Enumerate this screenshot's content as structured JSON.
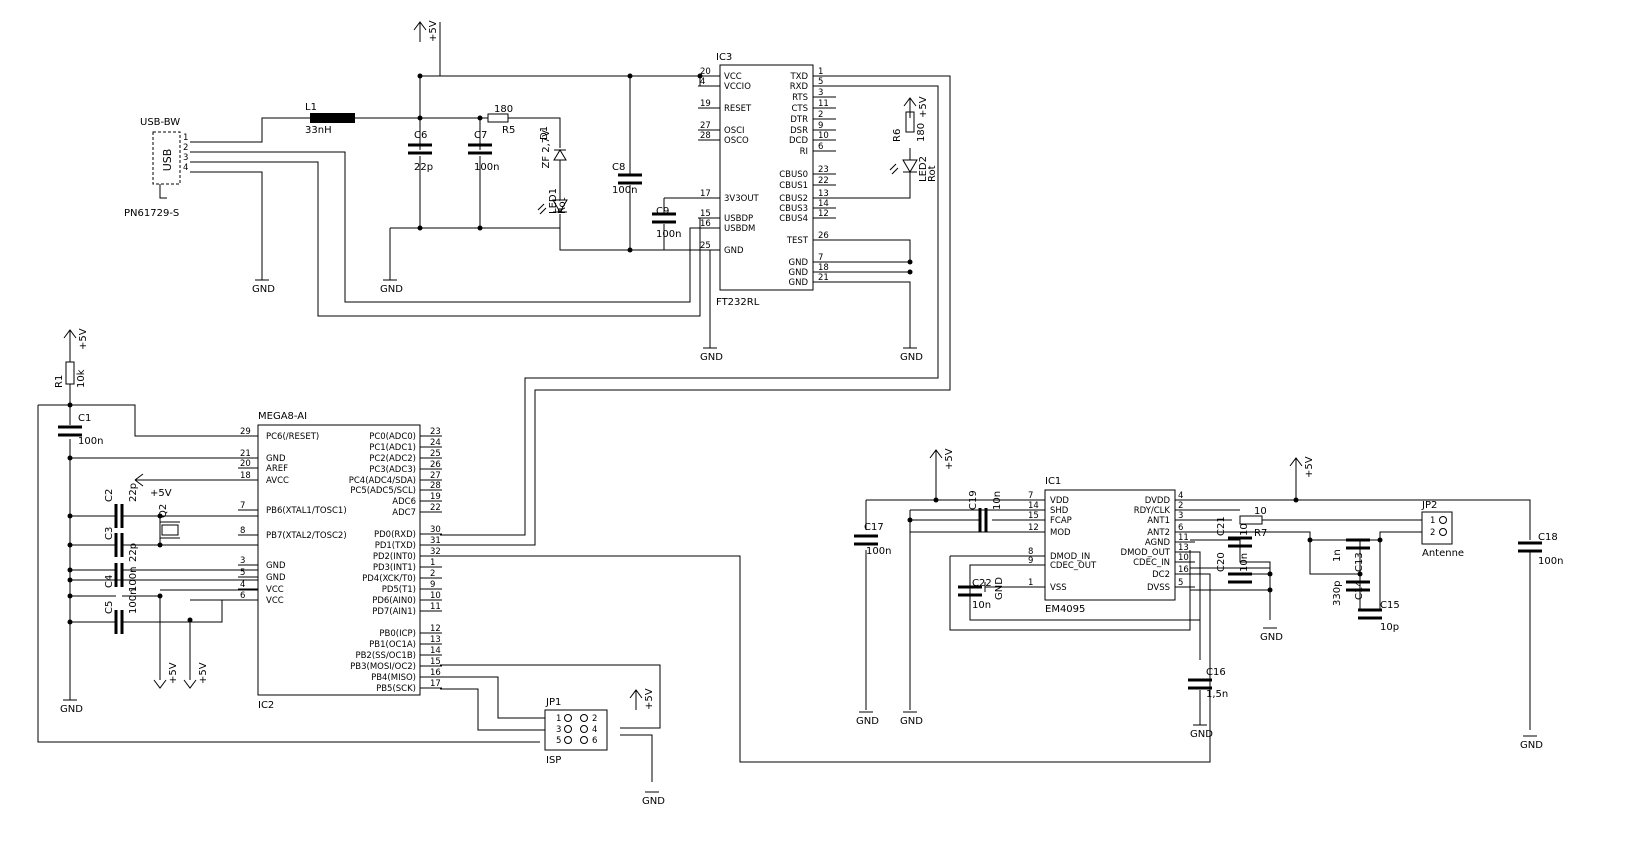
{
  "schematic": {
    "ic3": {
      "name": "IC3",
      "part": "FT232RL",
      "left_pins": [
        {
          "num": "20",
          "name": "VCC"
        },
        {
          "num": "4",
          "name": "VCCIO"
        },
        {
          "num": "19",
          "name": "RESET"
        },
        {
          "num": "27",
          "name": "OSCI"
        },
        {
          "num": "28",
          "name": "OSCO"
        },
        {
          "num": "17",
          "name": "3V3OUT"
        },
        {
          "num": "15",
          "name": "USBDP"
        },
        {
          "num": "16",
          "name": "USBDM"
        },
        {
          "num": "25",
          "name": "GND"
        }
      ],
      "right_pins": [
        {
          "num": "1",
          "name": "TXD"
        },
        {
          "num": "5",
          "name": "RXD"
        },
        {
          "num": "3",
          "name": "RTS"
        },
        {
          "num": "11",
          "name": "CTS"
        },
        {
          "num": "2",
          "name": "DTR"
        },
        {
          "num": "9",
          "name": "DSR"
        },
        {
          "num": "10",
          "name": "DCD"
        },
        {
          "num": "6",
          "name": "RI"
        },
        {
          "num": "23",
          "name": "CBUS0"
        },
        {
          "num": "22",
          "name": "CBUS1"
        },
        {
          "num": "13",
          "name": "CBUS2"
        },
        {
          "num": "14",
          "name": "CBUS3"
        },
        {
          "num": "12",
          "name": "CBUS4"
        },
        {
          "num": "26",
          "name": "TEST"
        },
        {
          "num": "7",
          "name": "GND"
        },
        {
          "num": "18",
          "name": "GND"
        },
        {
          "num": "21",
          "name": "GND"
        }
      ]
    },
    "ic2": {
      "name": "MEGA8-AI",
      "ref": "IC2",
      "left_pins": [
        {
          "num": "29",
          "name": "PC6(/RESET)"
        },
        {
          "num": "21",
          "name": "GND"
        },
        {
          "num": "20",
          "name": "AREF"
        },
        {
          "num": "18",
          "name": "AVCC"
        },
        {
          "num": "7",
          "name": "PB6(XTAL1/TOSC1)"
        },
        {
          "num": "8",
          "name": "PB7(XTAL2/TOSC2)"
        },
        {
          "num": "3",
          "name": "GND"
        },
        {
          "num": "5",
          "name": "GND"
        },
        {
          "num": "4",
          "name": "VCC"
        },
        {
          "num": "6",
          "name": "VCC"
        }
      ],
      "right_pins": [
        {
          "num": "23",
          "name": "PC0(ADC0)"
        },
        {
          "num": "24",
          "name": "PC1(ADC1)"
        },
        {
          "num": "25",
          "name": "PC2(ADC2)"
        },
        {
          "num": "26",
          "name": "PC3(ADC3)"
        },
        {
          "num": "27",
          "name": "PC4(ADC4/SDA)"
        },
        {
          "num": "28",
          "name": "PC5(ADC5/SCL)"
        },
        {
          "num": "19",
          "name": "ADC6"
        },
        {
          "num": "22",
          "name": "ADC7"
        },
        {
          "num": "30",
          "name": "PD0(RXD)"
        },
        {
          "num": "31",
          "name": "PD1(TXD)"
        },
        {
          "num": "32",
          "name": "PD2(INT0)"
        },
        {
          "num": "1",
          "name": "PD3(INT1)"
        },
        {
          "num": "2",
          "name": "PD4(XCK/T0)"
        },
        {
          "num": "9",
          "name": "PD5(T1)"
        },
        {
          "num": "10",
          "name": "PD6(AIN0)"
        },
        {
          "num": "11",
          "name": "PD7(AIN1)"
        },
        {
          "num": "12",
          "name": "PB0(ICP)"
        },
        {
          "num": "13",
          "name": "PB1(OC1A)"
        },
        {
          "num": "14",
          "name": "PB2(SS/OC1B)"
        },
        {
          "num": "15",
          "name": "PB3(MOSI/OC2)"
        },
        {
          "num": "16",
          "name": "PB4(MISO)"
        },
        {
          "num": "17",
          "name": "PB5(SCK)"
        }
      ]
    },
    "ic1": {
      "name": "IC1",
      "part": "EM4095",
      "left_pins": [
        {
          "num": "7",
          "name": "VDD"
        },
        {
          "num": "14",
          "name": "SHD"
        },
        {
          "num": "15",
          "name": "FCAP"
        },
        {
          "num": "12",
          "name": "MOD"
        },
        {
          "num": "8",
          "name": "DMOD_IN"
        },
        {
          "num": "9",
          "name": "CDEC_OUT"
        },
        {
          "num": "1",
          "name": "VSS"
        }
      ],
      "right_pins": [
        {
          "num": "4",
          "name": "DVDD"
        },
        {
          "num": "2",
          "name": "RDY/CLK"
        },
        {
          "num": "3",
          "name": "ANT1"
        },
        {
          "num": "6",
          "name": "ANT2"
        },
        {
          "num": "11",
          "name": "AGND"
        },
        {
          "num": "13",
          "name": "DMOD_OUT"
        },
        {
          "num": "10",
          "name": "CDEC_IN"
        },
        {
          "num": "16",
          "name": "DC2"
        },
        {
          "num": "5",
          "name": "DVSS"
        }
      ]
    },
    "usb": {
      "name": "USB-BW",
      "body": "USB",
      "part": "PN61729-S",
      "pins": [
        "1",
        "2",
        "3",
        "4"
      ]
    },
    "l1": {
      "name": "L1",
      "value": "33nH"
    },
    "c6": {
      "name": "C6",
      "value": "22p"
    },
    "c7": {
      "name": "C7",
      "value": "100n"
    },
    "r5": {
      "name": "R5",
      "value": "180"
    },
    "d1": {
      "name": "D1",
      "value": "ZF 2,7V"
    },
    "led1": {
      "name": "LED1",
      "value": "Rot"
    },
    "c8": {
      "name": "C8",
      "value": "100n"
    },
    "c9": {
      "name": "C9",
      "value": "100n"
    },
    "r6": {
      "name": "R6",
      "value": "180"
    },
    "led2": {
      "name": "LED2",
      "value": "Rot"
    },
    "r1": {
      "name": "R1",
      "value": "10k"
    },
    "c1": {
      "name": "C1",
      "value": "100n"
    },
    "c2": {
      "name": "C2",
      "value": "22p"
    },
    "c3": {
      "name": "C3",
      "value": "22p"
    },
    "q2": {
      "name": "Q2"
    },
    "c4": {
      "name": "C4",
      "value": "100n"
    },
    "c5": {
      "name": "C5",
      "value": "100n"
    },
    "jp1": {
      "name": "JP1",
      "label": "ISP",
      "pins": [
        "1",
        "2",
        "3",
        "4",
        "5",
        "6"
      ]
    },
    "c17": {
      "name": "C17",
      "value": "100n"
    },
    "c19": {
      "name": "C19",
      "value": "10n"
    },
    "c22": {
      "name": "C22",
      "value": "10n"
    },
    "c21": {
      "name": "C21",
      "value": "10n"
    },
    "r7": {
      "name": "R7",
      "value": "10"
    },
    "c20": {
      "name": "C20",
      "value": "10n"
    },
    "c13": {
      "name": "C13",
      "value": "1n"
    },
    "c14": {
      "name": "C14",
      "value": "330p"
    },
    "c15": {
      "name": "C15",
      "value": "10p"
    },
    "c16": {
      "name": "C16",
      "value": "1,5n"
    },
    "c18": {
      "name": "C18",
      "value": "100n"
    },
    "jp2": {
      "name": "JP2",
      "label": "Antenne",
      "pins": [
        "1",
        "2"
      ]
    },
    "nets": {
      "vcc": "+5V",
      "gnd": "GND"
    }
  }
}
